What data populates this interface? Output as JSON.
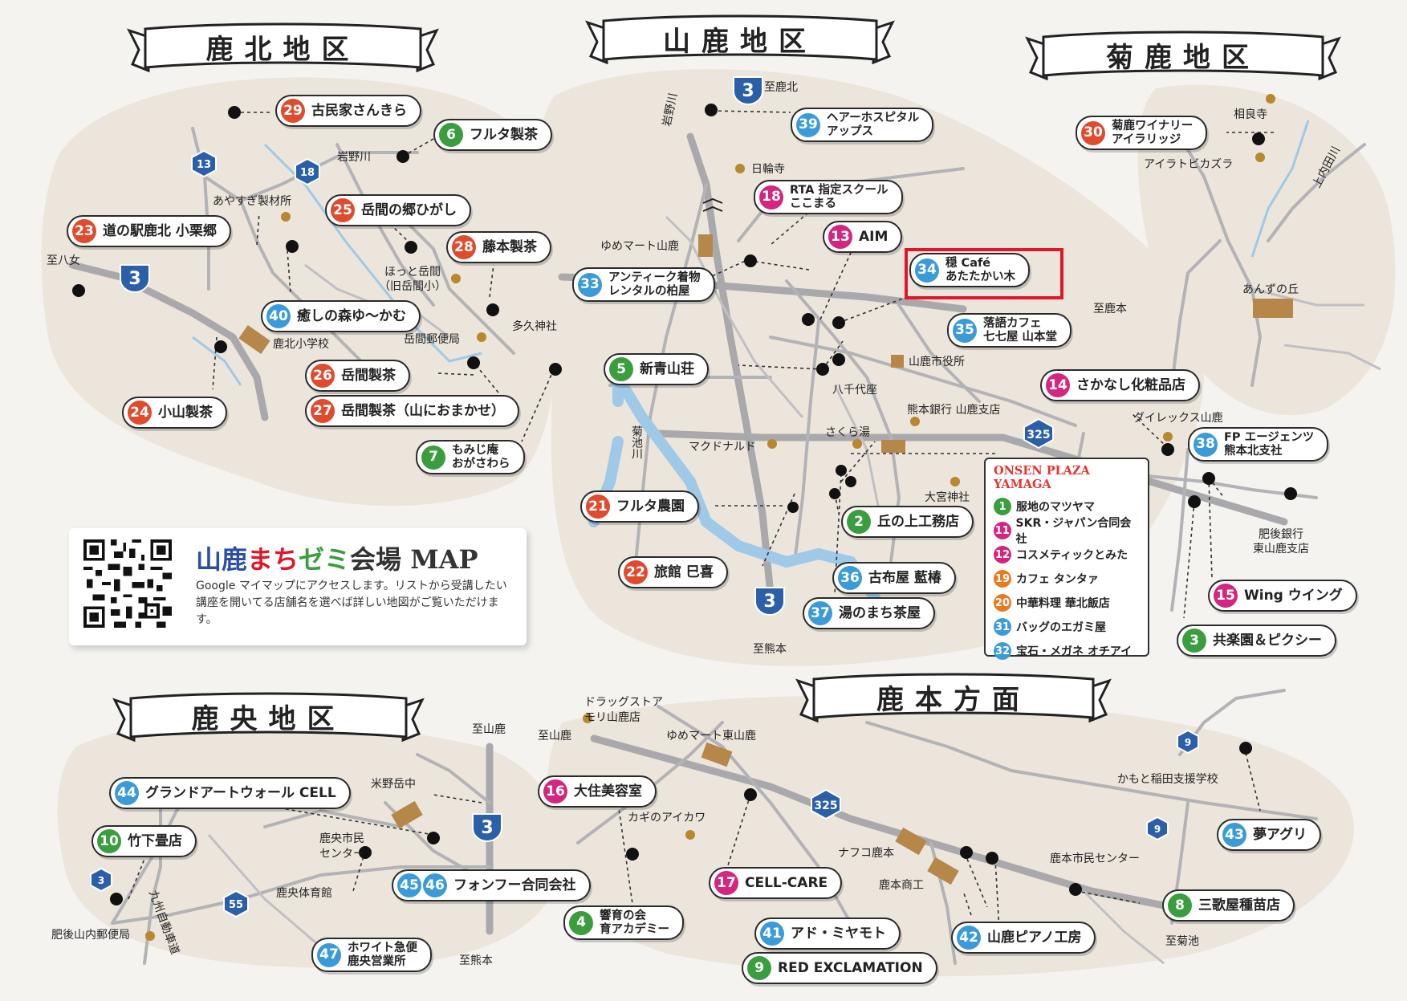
{
  "districts": {
    "kahoku": "鹿北地区",
    "yamaga": "山鹿地区",
    "kikuka": "菊鹿地区",
    "kaou": "鹿央地区",
    "kamoto": "鹿本方面"
  },
  "colors": {
    "red": "#e14b2d",
    "green": "#3a9e3e",
    "magenta": "#d4257f",
    "blue": "#3b9bd8",
    "orange": "#e87a1e",
    "highlight": "#e0162a"
  },
  "shops": [
    {
      "id": "s29",
      "num": "29",
      "color": "#e14b2d",
      "name": "古民家さんきら"
    },
    {
      "id": "s6",
      "num": "6",
      "color": "#3a9e3e",
      "name": "フルタ製茶"
    },
    {
      "id": "s23",
      "num": "23",
      "color": "#e14b2d",
      "name": "道の駅鹿北 小栗郷"
    },
    {
      "id": "s25",
      "num": "25",
      "color": "#e14b2d",
      "name": "岳間の郷ひがし"
    },
    {
      "id": "s28",
      "num": "28",
      "color": "#e14b2d",
      "name": "藤本製茶"
    },
    {
      "id": "s40",
      "num": "40",
      "color": "#3b9bd8",
      "name": "癒しの森ゆ～かむ"
    },
    {
      "id": "s26",
      "num": "26",
      "color": "#e14b2d",
      "name": "岳間製茶"
    },
    {
      "id": "s27",
      "num": "27",
      "color": "#e14b2d",
      "name": "岳間製茶（山におまかせ）"
    },
    {
      "id": "s24",
      "num": "24",
      "color": "#e14b2d",
      "name": "小山製茶"
    },
    {
      "id": "s7",
      "num": "7",
      "color": "#3a9e3e",
      "name": "もみじ庵\nおがさわら"
    },
    {
      "id": "s39",
      "num": "39",
      "color": "#3b9bd8",
      "name": "ヘアーホスピタル\nアップス"
    },
    {
      "id": "s18",
      "num": "18",
      "color": "#d4257f",
      "name": "RTA 指定スクール\nここまる"
    },
    {
      "id": "s13",
      "num": "13",
      "color": "#d4257f",
      "name": "AIM"
    },
    {
      "id": "s34",
      "num": "34",
      "color": "#3b9bd8",
      "name": "穏 Café\nあたたかい木"
    },
    {
      "id": "s33",
      "num": "33",
      "color": "#3b9bd8",
      "name": "アンティーク着物\nレンタルの柏屋"
    },
    {
      "id": "s35",
      "num": "35",
      "color": "#3b9bd8",
      "name": "落語カフェ\n七七屋 山本堂"
    },
    {
      "id": "s5",
      "num": "5",
      "color": "#3a9e3e",
      "name": "新青山荘"
    },
    {
      "id": "s14",
      "num": "14",
      "color": "#d4257f",
      "name": "さかなし化粧品店"
    },
    {
      "id": "s21",
      "num": "21",
      "color": "#e14b2d",
      "name": "フルタ農園"
    },
    {
      "id": "s2",
      "num": "2",
      "color": "#3a9e3e",
      "name": "丘の上工務店"
    },
    {
      "id": "s22",
      "num": "22",
      "color": "#e14b2d",
      "name": "旅館 巳喜"
    },
    {
      "id": "s36",
      "num": "36",
      "color": "#3b9bd8",
      "name": "古布屋 藍椿"
    },
    {
      "id": "s37",
      "num": "37",
      "color": "#3b9bd8",
      "name": "湯のまち茶屋"
    },
    {
      "id": "s30",
      "num": "30",
      "color": "#e14b2d",
      "name": "菊鹿ワイナリー\nアイラリッジ"
    },
    {
      "id": "s38",
      "num": "38",
      "color": "#3b9bd8",
      "name": "FP エージェンツ\n熊本北支社"
    },
    {
      "id": "s15",
      "num": "15",
      "color": "#d4257f",
      "name": "Wing ウイング"
    },
    {
      "id": "s3",
      "num": "3",
      "color": "#3a9e3e",
      "name": "共楽園＆ピクシー"
    },
    {
      "id": "s44",
      "num": "44",
      "color": "#3b9bd8",
      "name": "グランドアートウォール CELL"
    },
    {
      "id": "s10",
      "num": "10",
      "color": "#3a9e3e",
      "name": "竹下畳店"
    },
    {
      "id": "s45",
      "num": "45",
      "num2": "46",
      "color": "#3b9bd8",
      "name": "フォンフー合同会社"
    },
    {
      "id": "s47",
      "num": "47",
      "color": "#3b9bd8",
      "name": "ホワイト急便\n鹿央営業所"
    },
    {
      "id": "s16",
      "num": "16",
      "color": "#d4257f",
      "name": "大住美容室"
    },
    {
      "id": "s4",
      "num": "4",
      "color": "#3a9e3e",
      "name": "響育の会\n育アカデミー"
    },
    {
      "id": "s17",
      "num": "17",
      "color": "#d4257f",
      "name": "CELL-CARE"
    },
    {
      "id": "s41",
      "num": "41",
      "color": "#3b9bd8",
      "name": "アド・ミヤモト"
    },
    {
      "id": "s9",
      "num": "9",
      "color": "#3a9e3e",
      "name": "RED EXCLAMATION"
    },
    {
      "id": "s42",
      "num": "42",
      "color": "#3b9bd8",
      "name": "山鹿ピアノ工房"
    },
    {
      "id": "s43",
      "num": "43",
      "color": "#3b9bd8",
      "name": "夢アグリ"
    },
    {
      "id": "s8",
      "num": "8",
      "color": "#3a9e3e",
      "name": "三歌屋種苗店"
    }
  ],
  "onsen_plaza": {
    "title": "ONSEN PLAZA YAMAGA",
    "items": [
      {
        "num": "1",
        "color": "#3a9e3e",
        "name": "服地のマツヤマ"
      },
      {
        "num": "11",
        "color": "#d4257f",
        "name": "SKR・ジャパン合同会社"
      },
      {
        "num": "12",
        "color": "#d4257f",
        "name": "コスメティックとみた"
      },
      {
        "num": "19",
        "color": "#e87a1e",
        "name": "カフェ タンタァ"
      },
      {
        "num": "20",
        "color": "#e87a1e",
        "name": "中華料理 華北飯店"
      },
      {
        "num": "31",
        "color": "#3b9bd8",
        "name": "バッグのエガミ屋"
      },
      {
        "num": "32",
        "color": "#3b9bd8",
        "name": "宝石・メガネ オチアイ"
      }
    ]
  },
  "places": {
    "iwanogawa_n": "岩野川",
    "ayasugi": "あやすぎ製材所",
    "hotto": "ほっと岳間\n（旧岳間小）",
    "takumajinja": "多久神社",
    "takumapost": "岳間郵便局",
    "kahokuschool": "鹿北小学校",
    "shiyame": "至八女",
    "shikahoku": "至鹿北",
    "iwanogawa": "岩野川",
    "nichirinji": "日輪寺",
    "youme_yamaga": "ゆめマート山鹿",
    "shikamoto_e": "至鹿本",
    "cityhall": "山鹿市役所",
    "yachiyoza": "八千代座",
    "kumamotobank": "熊本銀行 山鹿支店",
    "sakurayu": "さくら湯",
    "mcdonalds": "マクドナルド",
    "omiyajinja": "大宮神社",
    "kikuchigawa": "菊池川",
    "shikumamoto": "至熊本",
    "soujiji": "相良寺",
    "airatobi": "アイラトビカズラ",
    "kamiuchida": "上内田川",
    "anzu": "あんずの丘",
    "dairex": "ダイレックス山鹿",
    "higobank": "肥後銀行\n東山鹿支店",
    "drugstore": "ドラッグストア\nモリ山鹿店",
    "shiyamaga1": "至山鹿",
    "shiyamaga2": "至山鹿",
    "youme_higashi": "ゆめマート東山鹿",
    "kaginoaikawa": "カギのアイカワ",
    "nafco": "ナフコ鹿本",
    "kamotoshoko": "鹿本商工",
    "kamotocenter": "鹿本市民センター",
    "kamoto_school": "かもと稲田支援学校",
    "shikikuchi": "至菊池",
    "yonenodake": "米野岳中",
    "kaocenter": "鹿央市民\nセンター",
    "kaogym": "鹿央体育館",
    "yamauchipost": "肥後山内郵便局",
    "kyushu": "九州自動車道",
    "shikumamoto2": "至熊本"
  },
  "routes": {
    "r3a": "3",
    "r3b": "3",
    "r3c": "3",
    "r3d": "3",
    "r13": "13",
    "r18": "18",
    "r325a": "325",
    "r325b": "325",
    "r9a": "9",
    "r9b": "9",
    "r55": "55",
    "r3e": "3"
  },
  "qr_card": {
    "title_a": "山鹿",
    "title_b": "まち",
    "title_c": "ゼミ",
    "title_d": "会場 MAP",
    "desc": "Google マイマップにアクセスします。リストから受講したい講座を開いてる店舗名を選べば詳しい地図がご覧いただけます。"
  }
}
